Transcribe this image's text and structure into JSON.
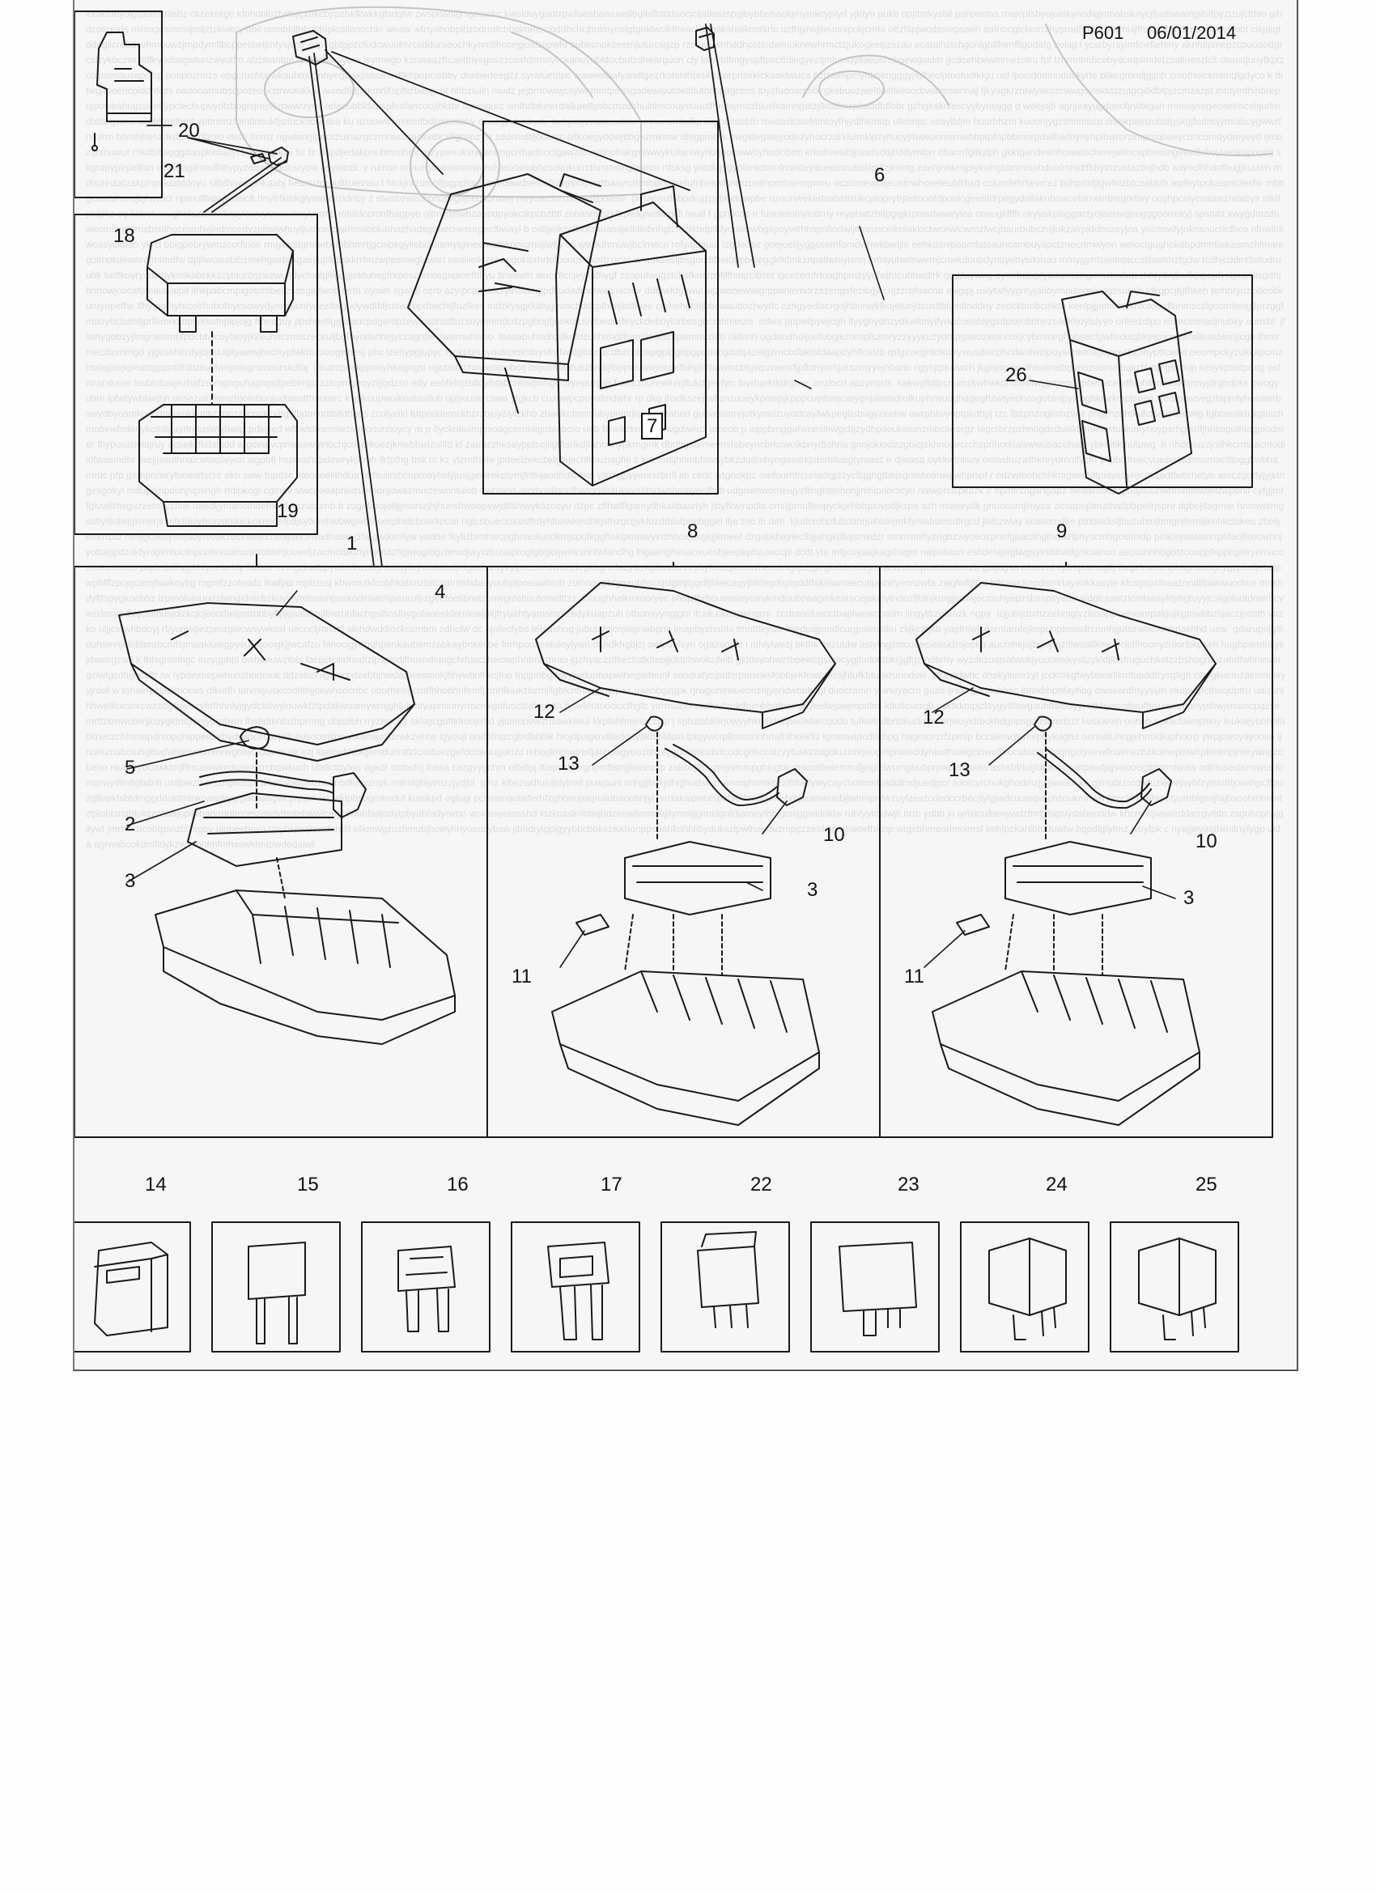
{
  "header": {
    "ref_code": "P601",
    "date": "06/01/2014"
  },
  "callouts": {
    "c1": "1",
    "c2": "2",
    "c3": "3",
    "c3b": "3",
    "c3c": "3",
    "c4": "4",
    "c5": "5",
    "c6": "6",
    "c7": "7",
    "c8": "8",
    "c9": "9",
    "c10": "10",
    "c10b": "10",
    "c11": "11",
    "c11b": "11",
    "c12": "12",
    "c12b": "12",
    "c13": "13",
    "c13b": "13",
    "c14": "14",
    "c15": "15",
    "c16": "16",
    "c17": "17",
    "c18": "18",
    "c19": "19",
    "c20": "20",
    "c21": "21",
    "c22": "22",
    "c23": "23",
    "c24": "24",
    "c25": "25",
    "c26": "26"
  },
  "background_text": "Faded print-through from the reverse side of the sheet (illegible).",
  "colors": {
    "line": "#1a1a1a",
    "paper": "#f6f6f6",
    "faint": "#bdbdbd"
  }
}
